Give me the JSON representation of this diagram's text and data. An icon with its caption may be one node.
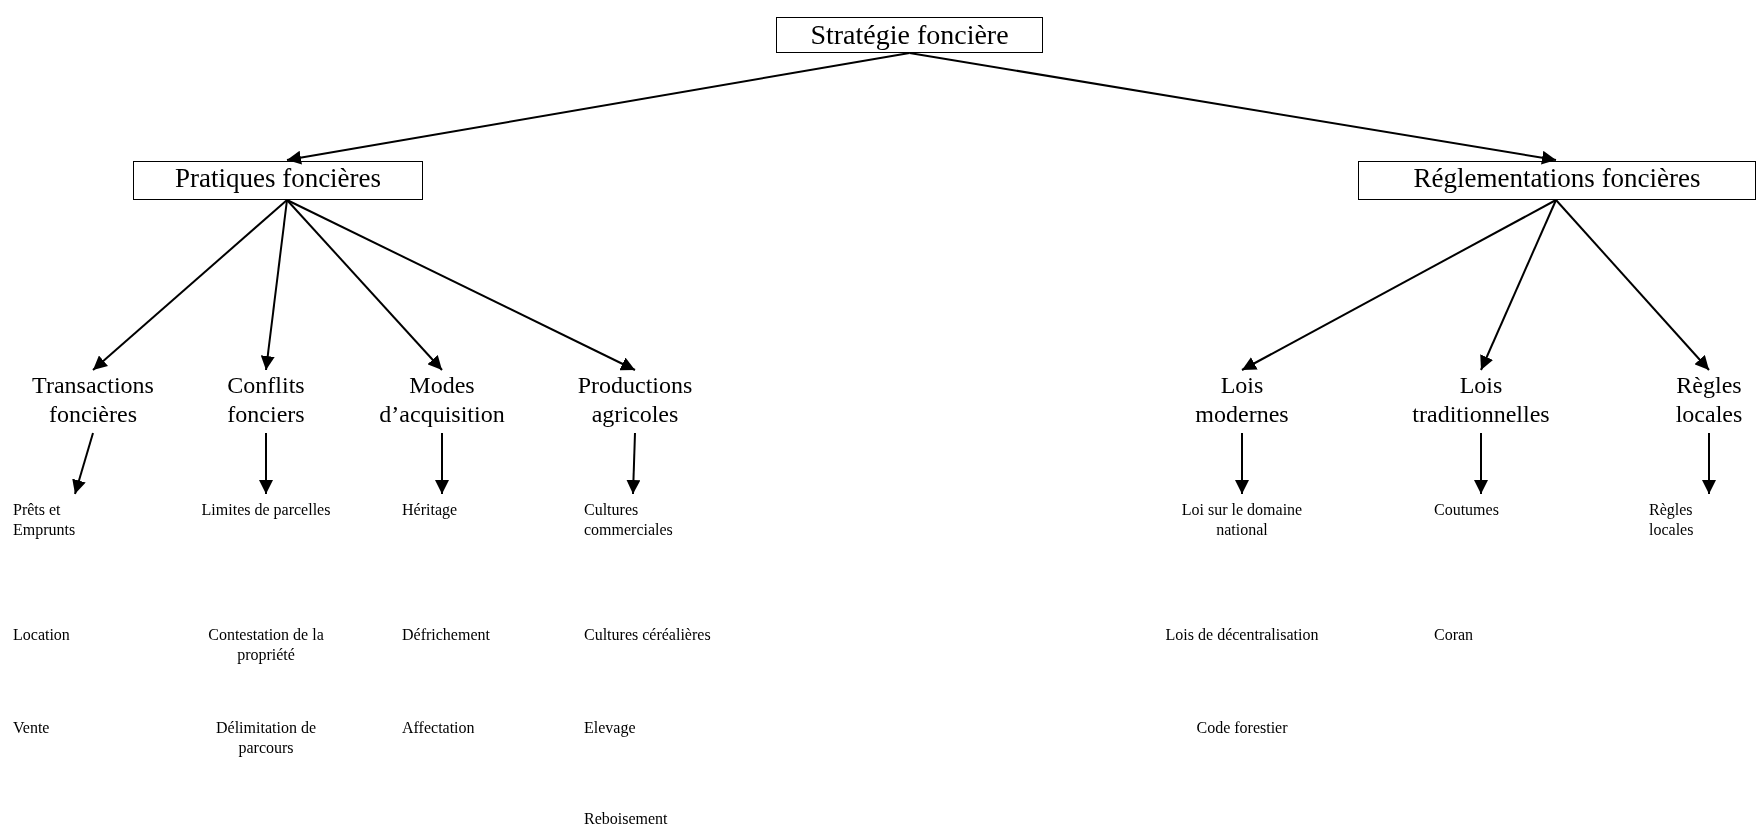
{
  "diagram": {
    "nodes": [
      {
        "text": [
          "Stratégie foncière"
        ]
      },
      {
        "text": [
          "Pratiques foncières"
        ]
      },
      {
        "text": [
          "Réglementations foncières"
        ]
      },
      {
        "text": [
          "Transactions foncières"
        ]
      },
      {
        "text": [
          "Conflits fonciers"
        ]
      },
      {
        "text": [
          "Modes d’acquisition"
        ]
      },
      {
        "text": [
          "Productions agricoles"
        ]
      },
      {
        "text": [
          "Lois modernes"
        ]
      },
      {
        "text": [
          "Lois traditionnelles"
        ]
      },
      {
        "text": [
          "Règles locales"
        ]
      },
      {
        "text": [
          "Prêts et Emprunts",
          "Location",
          "Vente"
        ]
      },
      {
        "text": [
          "Limites de parcelles",
          "Contestation de la propriété",
          "Délimitation de parcours"
        ]
      },
      {
        "text": [
          "Héritage",
          "Défrichement",
          "Affectation"
        ]
      },
      {
        "text": [
          "Cultures commerciales",
          "Cultures céréalières",
          "Elevage",
          "Reboisement"
        ]
      },
      {
        "text": [
          "Loi sur le domaine national",
          "Lois de décentralisation",
          "Code forestier"
        ]
      },
      {
        "text": [
          "Coutumes",
          "Coran"
        ]
      },
      {
        "text": [
          "Règles locales"
        ]
      }
    ],
    "edges": [
      {
        "from": 0,
        "to": 1,
        "arrow": "to"
      },
      {
        "from": 0,
        "to": 2,
        "arrow": "to"
      },
      {
        "from": 1,
        "to": 3,
        "arrow": "to"
      },
      {
        "from": 1,
        "to": 4,
        "arrow": "to"
      },
      {
        "from": 1,
        "to": 5,
        "arrow": "to"
      },
      {
        "from": 1,
        "to": 6,
        "arrow": "to"
      },
      {
        "from": 2,
        "to": 7,
        "arrow": "to"
      },
      {
        "from": 2,
        "to": 8,
        "arrow": "to"
      },
      {
        "from": 2,
        "to": 9,
        "arrow": "to"
      },
      {
        "from": 3,
        "to": 10,
        "arrow": "to"
      },
      {
        "from": 4,
        "to": 11,
        "arrow": "to"
      },
      {
        "from": 5,
        "to": 12,
        "arrow": "to"
      },
      {
        "from": 6,
        "to": 13,
        "arrow": "to"
      },
      {
        "from": 7,
        "to": 14,
        "arrow": "to"
      },
      {
        "from": 8,
        "to": 15,
        "arrow": "to"
      },
      {
        "from": 9,
        "to": 16,
        "arrow": "to"
      }
    ]
  }
}
